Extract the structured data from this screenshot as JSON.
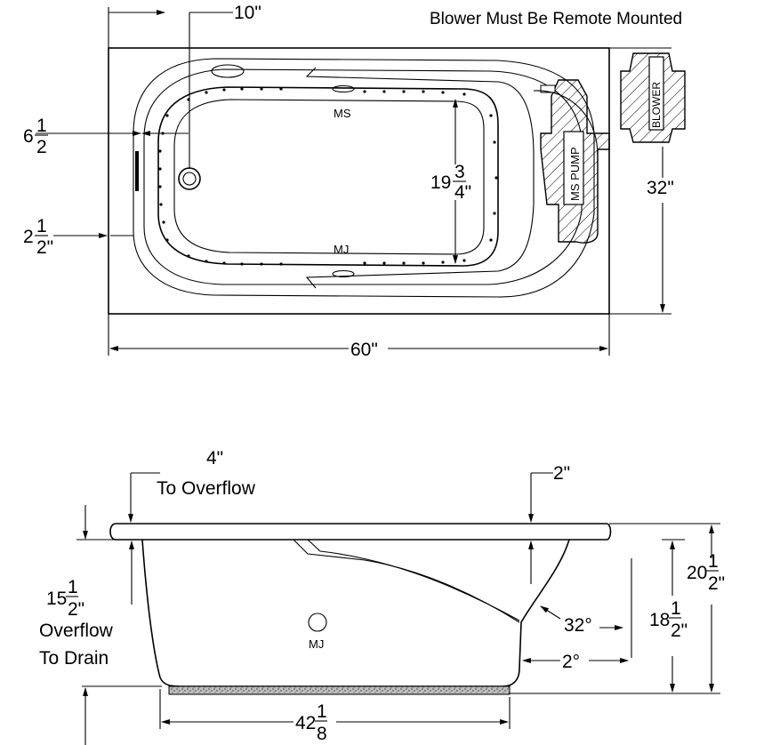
{
  "note": "Blower Must Be Remote Mounted",
  "plan": {
    "dim_drain_offset": "10\"",
    "dim_length": "60\"",
    "dim_width": "32\"",
    "dim_side_a_whole": "6",
    "dim_side_a_num": "1",
    "dim_side_a_den": "2",
    "dim_side_b_whole": "2",
    "dim_side_b_num": "1",
    "dim_side_b_den": "2\"",
    "dim_inner_whole": "19",
    "dim_inner_num": "3",
    "dim_inner_den": "4\"",
    "label_ms": "MS",
    "label_mj": "MJ",
    "label_ms_pump": "MS PUMP",
    "label_blower": "BLOWER"
  },
  "elevation": {
    "dim_overflow_offset": "4\"",
    "dim_overflow_label": "To Overflow",
    "dim_right_offset": "2\"",
    "dim_overflow_drain_whole": "15",
    "dim_overflow_drain_num": "1",
    "dim_overflow_drain_den": "2\"",
    "dim_overflow_drain_label_1": "Overflow",
    "dim_overflow_drain_label_2": "To Drain",
    "dim_angle": "32°",
    "dim_taper": "2°",
    "dim_inner_height_whole": "18",
    "dim_inner_height_num": "1",
    "dim_inner_height_den": "2\"",
    "dim_total_height_whole": "20",
    "dim_total_height_num": "1",
    "dim_total_height_den": "2\"",
    "dim_bottom_whole": "42",
    "dim_bottom_num": "1",
    "dim_bottom_den": "8",
    "label_mj": "MJ"
  }
}
